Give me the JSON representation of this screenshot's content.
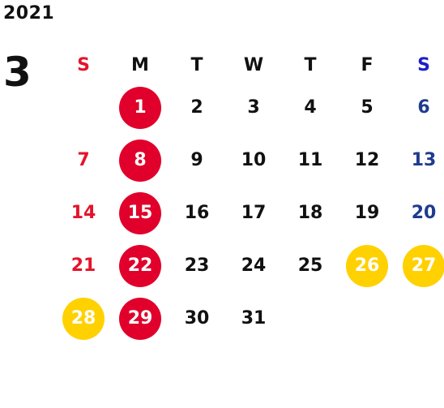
{
  "year": "2021",
  "month": "3",
  "weekdays": [
    {
      "label": "S",
      "kind": "sun"
    },
    {
      "label": "M",
      "kind": "normal"
    },
    {
      "label": "T",
      "kind": "normal"
    },
    {
      "label": "W",
      "kind": "normal"
    },
    {
      "label": "T",
      "kind": "normal"
    },
    {
      "label": "F",
      "kind": "normal"
    },
    {
      "label": "S",
      "kind": "sat"
    }
  ],
  "first_weekday_index": 1,
  "days": [
    {
      "n": "1",
      "mark": "red"
    },
    {
      "n": "2"
    },
    {
      "n": "3"
    },
    {
      "n": "4"
    },
    {
      "n": "5"
    },
    {
      "n": "6"
    },
    {
      "n": "7"
    },
    {
      "n": "8",
      "mark": "red"
    },
    {
      "n": "9"
    },
    {
      "n": "10"
    },
    {
      "n": "11"
    },
    {
      "n": "12"
    },
    {
      "n": "13"
    },
    {
      "n": "14"
    },
    {
      "n": "15",
      "mark": "red"
    },
    {
      "n": "16"
    },
    {
      "n": "17"
    },
    {
      "n": "18"
    },
    {
      "n": "19"
    },
    {
      "n": "20"
    },
    {
      "n": "21"
    },
    {
      "n": "22",
      "mark": "red"
    },
    {
      "n": "23"
    },
    {
      "n": "24"
    },
    {
      "n": "25"
    },
    {
      "n": "26",
      "mark": "yellow"
    },
    {
      "n": "27",
      "mark": "yellow"
    },
    {
      "n": "28",
      "mark": "yellow"
    },
    {
      "n": "29",
      "mark": "red"
    },
    {
      "n": "30"
    },
    {
      "n": "31"
    }
  ],
  "colors": {
    "sunday_text": "#e4142b",
    "saturday_text": "#1f3b8f",
    "saturday_header": "#1a20c8",
    "marker_red": "#e0002b",
    "marker_yellow": "#ffd100"
  }
}
